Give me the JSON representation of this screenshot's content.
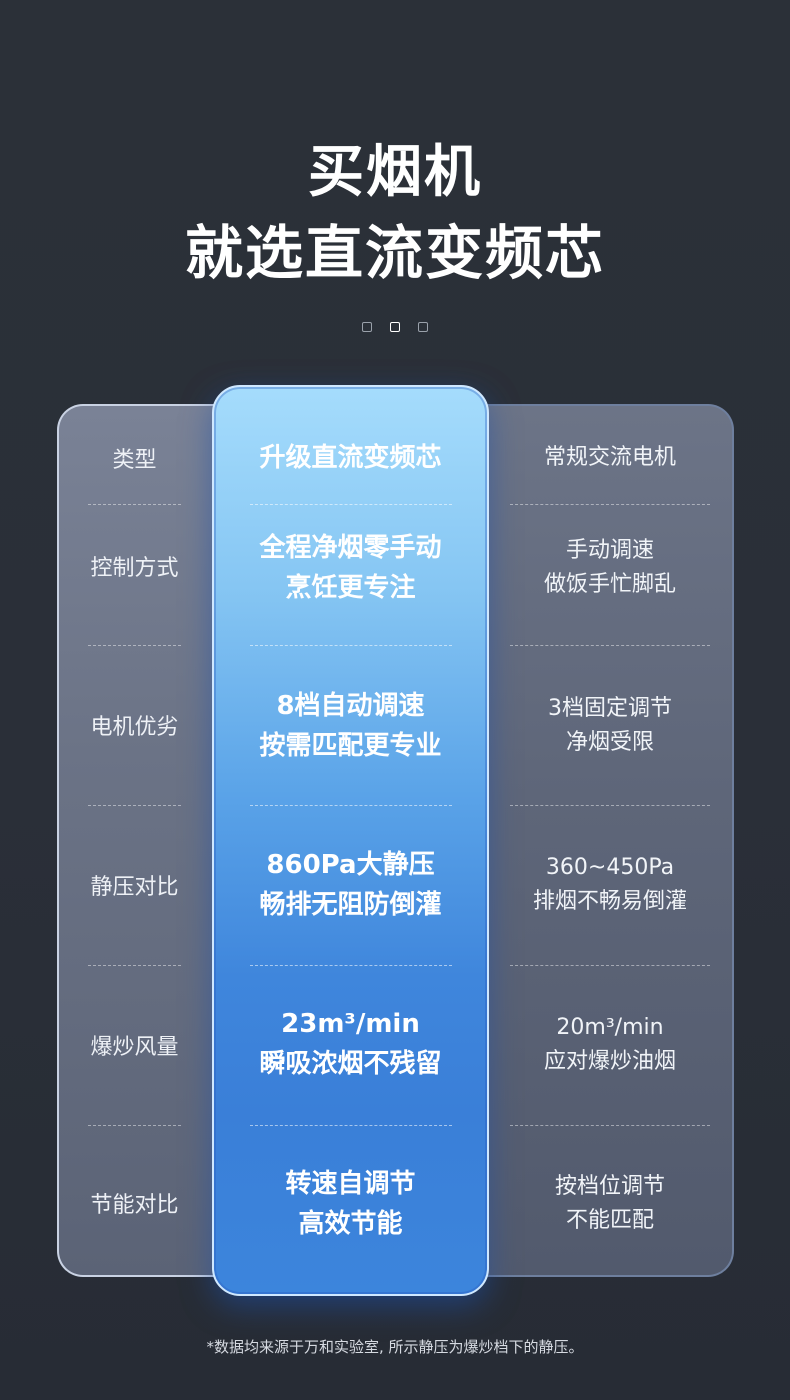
{
  "header": {
    "title_line1": "买烟机",
    "title_line2": "就选直流变频芯"
  },
  "pager": {
    "count": 3,
    "active_index": 1
  },
  "table": {
    "rows": [
      {
        "label": "类型",
        "upgraded": [
          "升级直流变频芯"
        ],
        "regular": [
          "常规交流电机"
        ]
      },
      {
        "label": "控制方式",
        "upgraded": [
          "全程净烟零手动",
          "烹饪更专注"
        ],
        "regular": [
          "手动调速",
          "做饭手忙脚乱"
        ]
      },
      {
        "label": "电机优劣",
        "upgraded": [
          "8档自动调速",
          "按需匹配更专业"
        ],
        "regular": [
          "3档固定调节",
          "净烟受限"
        ]
      },
      {
        "label": "静压对比",
        "upgraded": [
          "860Pa大静压",
          "畅排无阻防倒灌"
        ],
        "regular": [
          "360~450Pa",
          "排烟不畅易倒灌"
        ]
      },
      {
        "label": "爆炒风量",
        "upgraded": [
          "23m³/min",
          "瞬吸浓烟不残留"
        ],
        "regular": [
          "20m³/min",
          "应对爆炒油烟"
        ]
      },
      {
        "label": "节能对比",
        "upgraded": [
          "转速自调节",
          "高效节能"
        ],
        "regular": [
          "按档位调节",
          "不能匹配"
        ]
      }
    ]
  },
  "footnote": "*数据均来源于万和实验室, 所示静压为爆炒档下的静压。",
  "colors": {
    "background": "#2a2f38",
    "highlight_top": "#a5dcfc",
    "highlight_bottom": "#3a7fd8",
    "side_column": "#6b7386"
  }
}
